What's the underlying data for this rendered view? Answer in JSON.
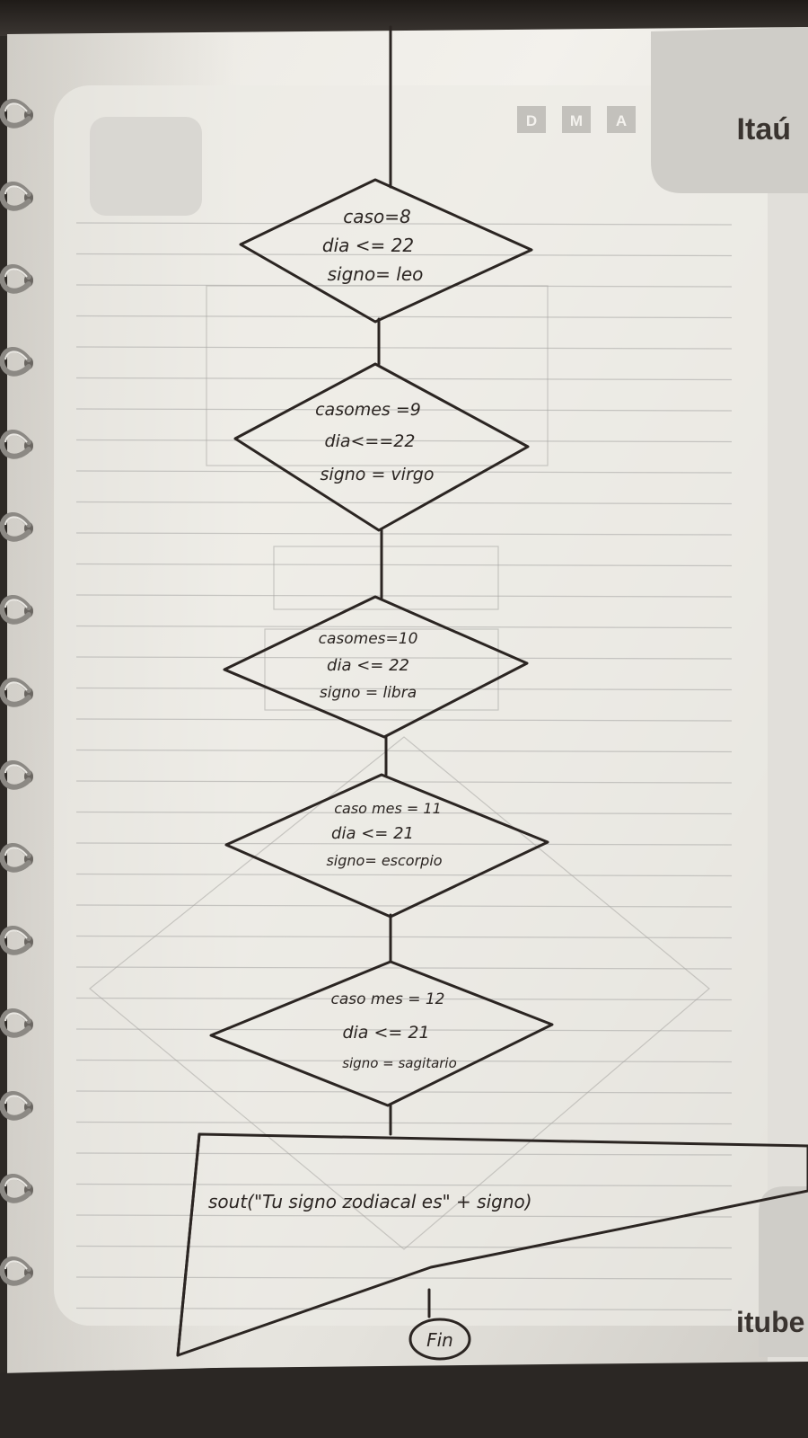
{
  "header": {
    "dma_letters": [
      "D",
      "M",
      "A"
    ],
    "brand": "Itaú"
  },
  "flowchart": {
    "decisions": [
      {
        "lines": [
          "caso=8",
          "dia <= 22",
          "signo= leo"
        ]
      },
      {
        "lines": [
          "casomes =9",
          "dia<==22",
          "signo = virgo"
        ]
      },
      {
        "lines": [
          "casomes=10",
          "dia <= 22",
          "signo = libra"
        ]
      },
      {
        "lines": [
          "caso mes = 11",
          "dia <= 21",
          "signo= escorpio"
        ]
      },
      {
        "lines": [
          "caso mes = 12",
          "dia <= 21",
          "signo = sagitario"
        ]
      }
    ],
    "output": "sout(\"Tu signo zodiacal es\" + signo)",
    "end": "Fin"
  },
  "footer": {
    "brand_fragment": "itube"
  }
}
